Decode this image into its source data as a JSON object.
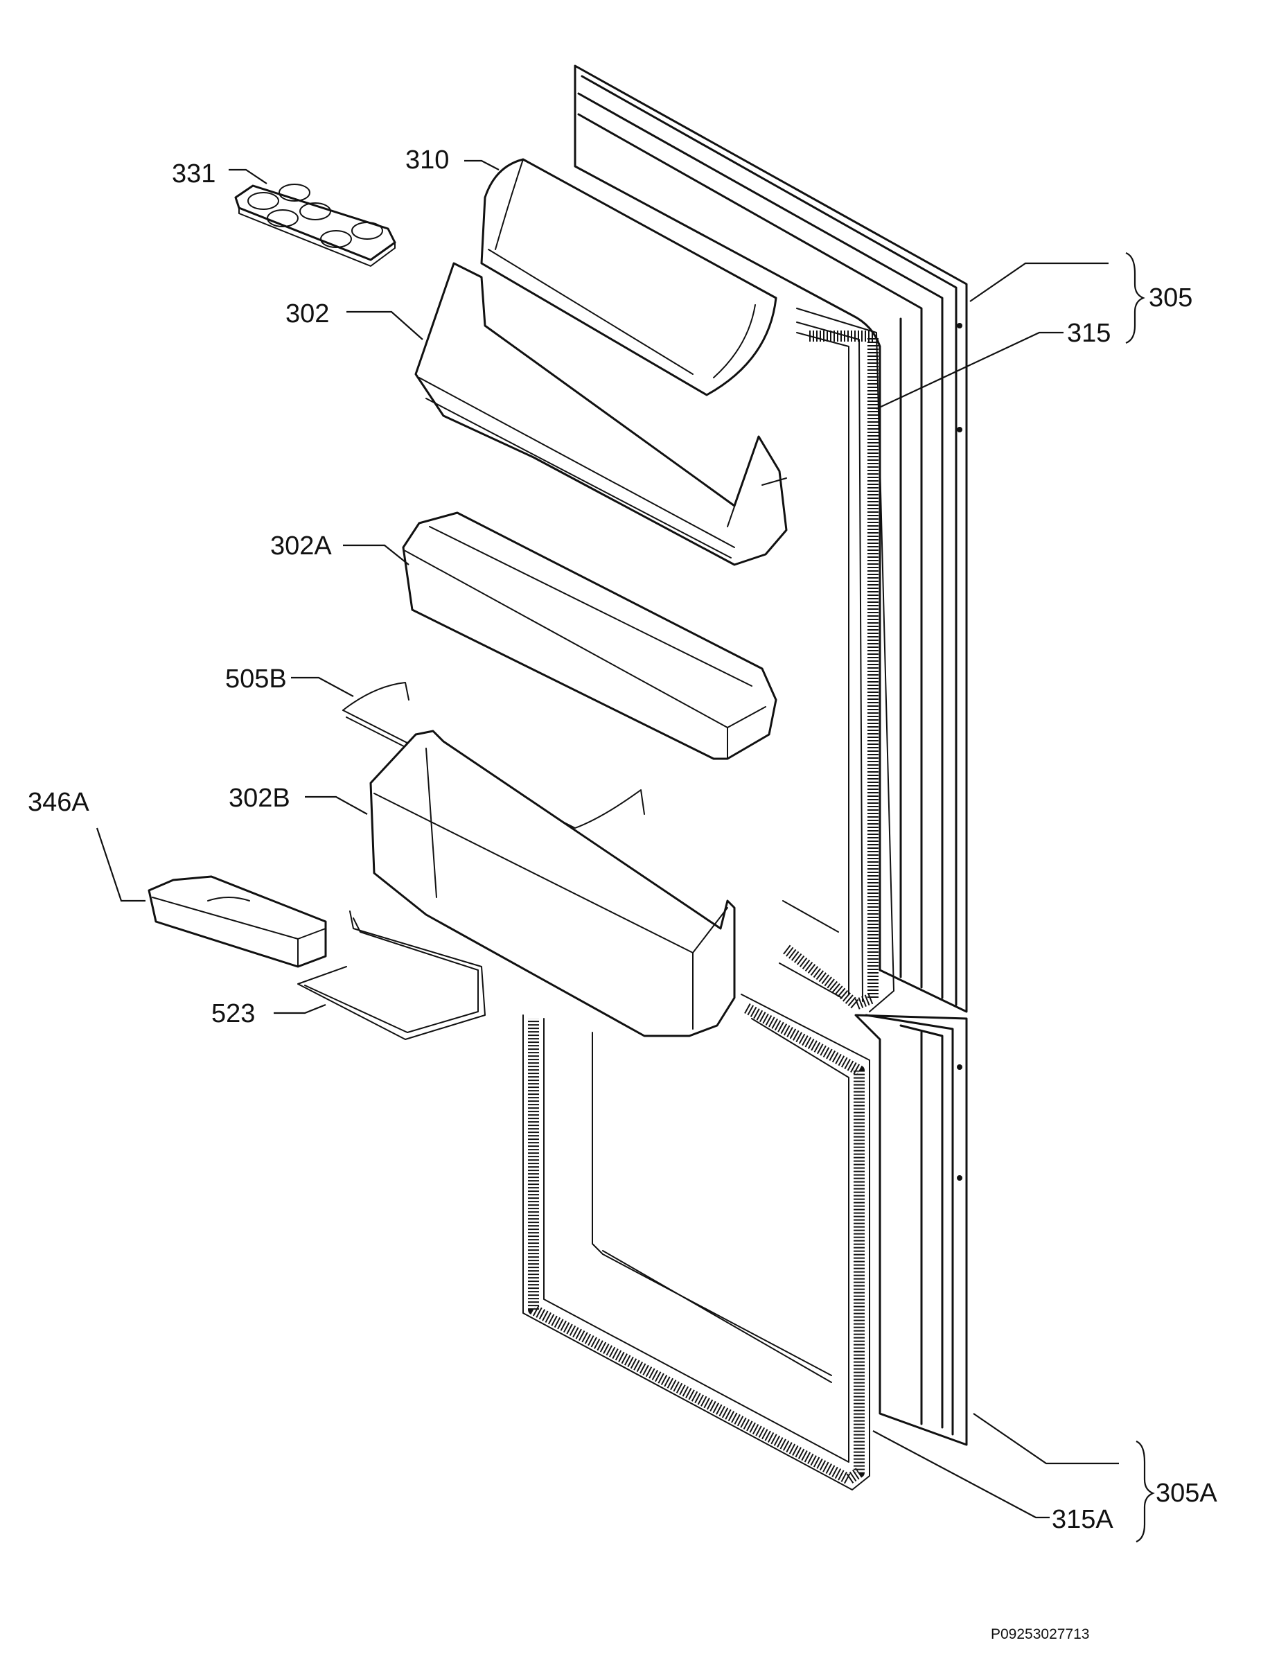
{
  "diagram": {
    "labels": {
      "p331": "331",
      "p310": "310",
      "p302": "302",
      "p302a": "302A",
      "p505b": "505B",
      "p302b": "302B",
      "p346a": "346A",
      "p523": "523",
      "p305": "305",
      "p315": "315",
      "p305a": "305A",
      "p315a": "315A"
    },
    "drawing_code": "P09253027713"
  }
}
